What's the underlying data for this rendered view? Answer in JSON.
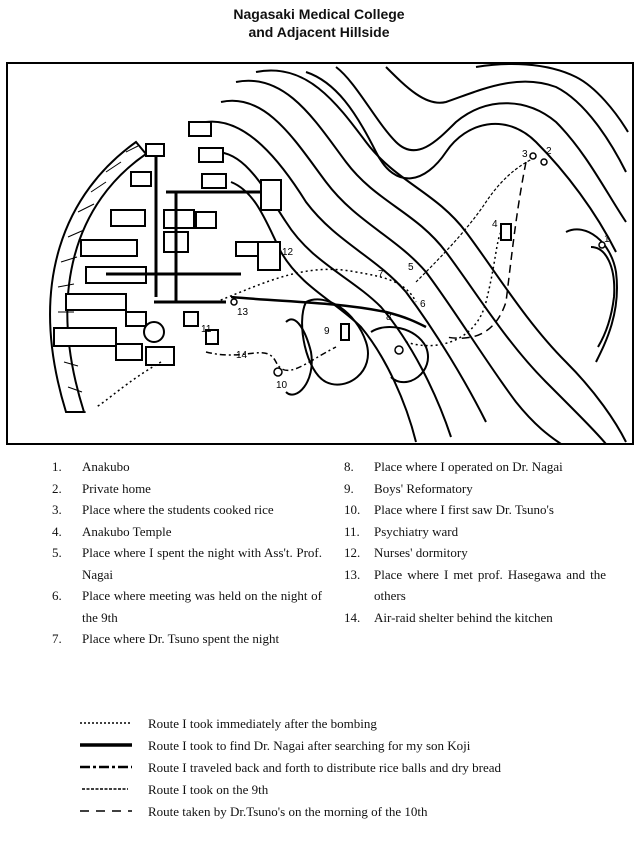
{
  "title": {
    "line1": "Nagasaki Medical College",
    "line2": "and Adjacent Hillside"
  },
  "map_labels": [
    "1",
    "2",
    "3",
    "4",
    "5",
    "6",
    "7",
    "8",
    "9",
    "10",
    "11",
    "12",
    "13",
    "14"
  ],
  "legend_left": [
    {
      "num": "1.",
      "text": "Anakubo"
    },
    {
      "num": "2.",
      "text": "Private home"
    },
    {
      "num": "3.",
      "text": "Place where the students cooked rice"
    },
    {
      "num": "4.",
      "text": "Anakubo Temple"
    },
    {
      "num": "5.",
      "text": "Place where I spent the night with Ass't. Prof. Nagai"
    },
    {
      "num": "6.",
      "text": "Place where meeting was held on the night of the 9th"
    },
    {
      "num": "7.",
      "text": "Place where Dr. Tsuno spent the night"
    }
  ],
  "legend_right": [
    {
      "num": "8.",
      "text": "Place where I operated on Dr. Nagai"
    },
    {
      "num": "9.",
      "text": "Boys' Reformatory"
    },
    {
      "num": "10.",
      "text": "Place where I first saw Dr. Tsuno's"
    },
    {
      "num": "11.",
      "text": "Psychiatry ward"
    },
    {
      "num": "12.",
      "text": "Nurses' dormitory"
    },
    {
      "num": "13.",
      "text": "Place where I met prof. Hasegawa and the others"
    },
    {
      "num": "14.",
      "text": "Air-raid shelter behind the kitchen"
    }
  ],
  "routes": [
    {
      "style": "dotted",
      "text": "Route I took immediately after the bombing"
    },
    {
      "style": "thick",
      "text": "Route I took to find Dr. Nagai after searching for my son Koji"
    },
    {
      "style": "dash-dot",
      "text": "Route I traveled back and forth to distribute rice balls and dry bread"
    },
    {
      "style": "fine-dash",
      "text": "Route I took on the 9th"
    },
    {
      "style": "long-dash",
      "text": "Route taken by Dr.Tsuno's on the morning of the 10th"
    }
  ]
}
